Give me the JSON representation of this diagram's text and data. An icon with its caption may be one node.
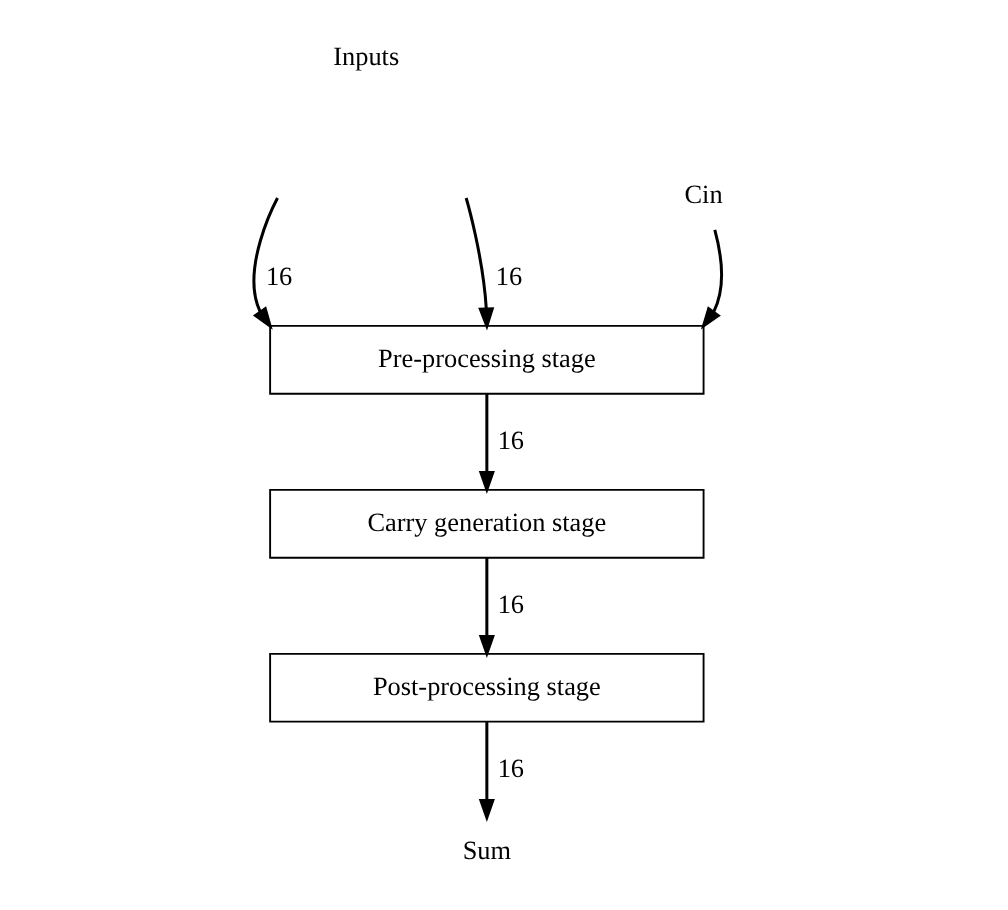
{
  "diagram": {
    "nodes": [
      {
        "text": [
          "Pre-processing stage"
        ]
      },
      {
        "text": [
          "Carry generation stage"
        ]
      },
      {
        "text": [
          "Post-processing stage"
        ]
      },
      {
        "text": [
          "Cin"
        ]
      },
      {
        "text": [
          "Sum"
        ]
      }
    ],
    "edges": [
      {
        "from": null,
        "to": 0,
        "arrow": "to",
        "label": "16"
      },
      {
        "from": null,
        "to": 0,
        "arrow": "to",
        "label": "16"
      },
      {
        "from": 3,
        "to": 0,
        "arrow": "to"
      },
      {
        "from": 0,
        "to": 1,
        "arrow": "to",
        "label": "16"
      },
      {
        "from": 1,
        "to": 2,
        "arrow": "to",
        "label": "16"
      },
      {
        "from": 2,
        "to": 4,
        "arrow": "to",
        "label": "16"
      }
    ],
    "labels": [
      "Inputs"
    ]
  }
}
